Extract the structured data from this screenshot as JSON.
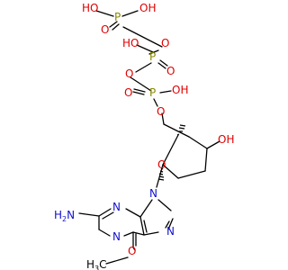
{
  "colors": {
    "oxygen": "#e00000",
    "nitrogen": "#1010d0",
    "phosphorus": "#8a8a00",
    "carbon": "#000000"
  },
  "labels": {
    "oh_p1_left": "HO",
    "oh_p1_right": "OH",
    "o_p1_double": "O",
    "p1": "P",
    "o_p1_p2_bridge": "O",
    "oh_p2": "HO",
    "p2": "P",
    "o_p2_double": "O",
    "o_p2_p3_bridge": "O",
    "p3": "P",
    "o_p3_double": "O",
    "oh_p3": "OH",
    "o_p3_ester": "O",
    "oh_3prime": "OH",
    "o_ring": "O",
    "n9": "N",
    "n3": "N",
    "n1": "N",
    "n7": "N",
    "h2n": "H",
    "h2n_sub": "2",
    "h2n_n": "N",
    "o_methoxy": "O",
    "h3c_h": "H",
    "h3c_sub": "3",
    "h3c_c": "C"
  }
}
